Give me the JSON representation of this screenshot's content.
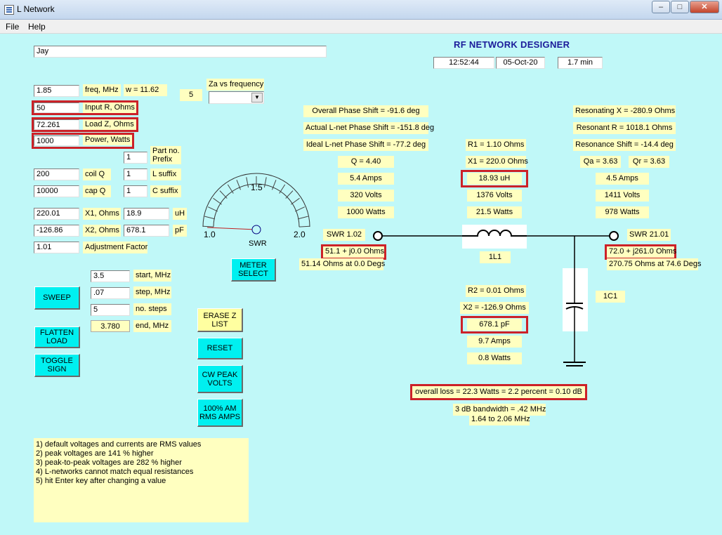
{
  "window": {
    "title": "L Network",
    "minimize_icon": "minimize-icon",
    "maximize_icon": "maximize-icon",
    "close_icon": "close-icon"
  },
  "menu": {
    "file": "File",
    "help": "Help"
  },
  "header": {
    "name_value": "Jay",
    "app_title": "RF NETWORK DESIGNER",
    "time": "12:52:44",
    "date": "05-Oct-20",
    "duration": "1.7 min"
  },
  "inputs": {
    "freq_value": "1.85",
    "freq_label": "freq, MHz",
    "w_label": "w = 11.62",
    "five_label": "5",
    "za_label": "Za vs frequency",
    "za_select": "",
    "input_r_value": "50",
    "input_r_label": "Input R, Ohms",
    "load_z_value": "72.261",
    "load_z_label": "Load Z, Ohms",
    "power_value": "1000",
    "power_label": "Power, Watts",
    "part_prefix_value": "1",
    "part_prefix_label_1": "Part no.",
    "part_prefix_label_2": "Prefix",
    "coil_q_value": "200",
    "coil_q_label": "coil Q",
    "l_suffix_value": "1",
    "l_suffix_label": "L suffix",
    "cap_q_value": "10000",
    "cap_q_label": "cap Q",
    "c_suffix_value": "1",
    "c_suffix_label": "C suffix",
    "x1_value": "220.01",
    "x1_label": "X1, Ohms",
    "uh_value": "18.9",
    "uh_label": "uH",
    "x2_value": "-126.86",
    "x2_label": "X2, Ohms",
    "pf_value": "678.1",
    "pf_label": "pF",
    "adj_value": "1.01",
    "adj_label": "Adjustment Factor"
  },
  "meter": {
    "label_low": "1.0",
    "label_mid": "1.5",
    "label_high": "2.0",
    "caption": "SWR",
    "needle_value": 1.02,
    "button": "METER SELECT"
  },
  "sweep": {
    "start_value": "3.5",
    "start_label": "start, MHz",
    "step_value": ".07",
    "step_label": "step, MHz",
    "steps_value": "5",
    "steps_label": "no. steps",
    "end_value": "3.780",
    "end_label": "end, MHz",
    "sweep_button": "SWEEP",
    "flatten_button": "FLATTEN LOAD",
    "toggle_button": "TOGGLE SIGN",
    "erase_button": "ERASE Z LIST",
    "reset_button": "RESET",
    "cw_peak_button": "CW PEAK VOLTS",
    "am_button": "100% AM RMS AMPS"
  },
  "notes": [
    "1) default voltages and currents are RMS values",
    "2) peak voltages are 141 % higher",
    "3) peak-to-peak voltages are 282 % higher",
    "4) L-networks cannot match equal resistances",
    "5) hit Enter key after changing a value"
  ],
  "results": {
    "overall_phase": "Overall Phase Shift = -91.6 deg",
    "actual_phase": "Actual L-net Phase Shift = -151.8 deg",
    "ideal_phase": "Ideal L-net Phase Shift = -77.2 deg",
    "q": "Q = 4.40",
    "amps_in": "5.4 Amps",
    "volts_in": "320 Volts",
    "watts_in": "1000 Watts",
    "swr_in": "SWR 1.02",
    "z_in": "51.1 + j0.0 Ohms",
    "z_in_polar": "51.14 Ohms at 0.0 Degs",
    "r1": "R1 = 1.10 Ohms",
    "x1": "X1 = 220.0 Ohms",
    "l_value": "18.93 uH",
    "l_volts": "1376 Volts",
    "l_watts": "21.5 Watts",
    "l_name": "1L1",
    "r2": "R2 = 0.01 Ohms",
    "x2": "X2 = -126.9 Ohms",
    "c_value": "678.1 pF",
    "c_amps": "9.7 Amps",
    "c_watts": "0.8 Watts",
    "c_name": "1C1",
    "resonating_x": "Resonating X = -280.9 Ohms",
    "resonant_r": "Resonant R = 1018.1 Ohms",
    "resonance_shift": "Resonance Shift = -14.4 deg",
    "qa": "Qa = 3.63",
    "qr": "Qr = 3.63",
    "amps_out": "4.5 Amps",
    "volts_out": "1411 Volts",
    "watts_out": "978 Watts",
    "swr_out": "SWR 21.01",
    "z_out": "72.0 + j261.0 Ohms",
    "z_out_polar": "270.75 Ohms at 74.6 Degs",
    "overall_loss": "overall loss = 22.3 Watts = 2.2 percent = 0.10 dB",
    "bandwidth": "3 dB bandwidth = .42 MHz",
    "bandwidth_range": "1.64 to 2.06 MHz"
  }
}
